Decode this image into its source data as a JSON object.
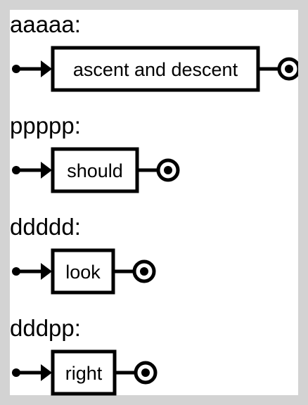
{
  "rules": [
    {
      "label": "aaaaa:",
      "term": "ascent and descent"
    },
    {
      "label": "ppppp:",
      "term": "should"
    },
    {
      "label": "ddddd:",
      "term": "look"
    },
    {
      "label": "dddpp:",
      "term": "right"
    }
  ],
  "colors": {
    "page_background": "#d3d3d3",
    "canvas_background": "#ffffff",
    "stroke": "#000000"
  },
  "icons": [
    "start-dot-icon",
    "arrow-icon",
    "end-circle-icon"
  ]
}
